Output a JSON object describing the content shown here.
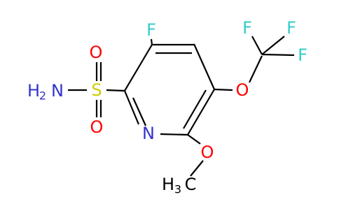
{
  "molecule": {
    "atoms": [
      {
        "id": "N1",
        "label": "N",
        "color": "#3333cc"
      },
      {
        "id": "F5",
        "label": "F",
        "color": "#33cccc"
      },
      {
        "id": "S",
        "label": "S",
        "color": "#cccc00"
      },
      {
        "id": "O_s1",
        "label": "O",
        "color": "#ff0000"
      },
      {
        "id": "O_s2",
        "label": "O",
        "color": "#ff0000"
      },
      {
        "id": "NH2",
        "label": "H",
        "sub": "2",
        "tail": "N",
        "color": "#3333cc"
      },
      {
        "id": "O_oc",
        "label": "O",
        "color": "#ff0000"
      },
      {
        "id": "F_a",
        "label": "F",
        "color": "#33cccc"
      },
      {
        "id": "F_b",
        "label": "F",
        "color": "#33cccc"
      },
      {
        "id": "F_c",
        "label": "F",
        "color": "#33cccc"
      },
      {
        "id": "O_me",
        "label": "O",
        "color": "#ff0000"
      },
      {
        "id": "CH3",
        "label": "H",
        "sub": "3",
        "tail": "C",
        "color": "#000000"
      }
    ],
    "bond_color": "#000000"
  }
}
